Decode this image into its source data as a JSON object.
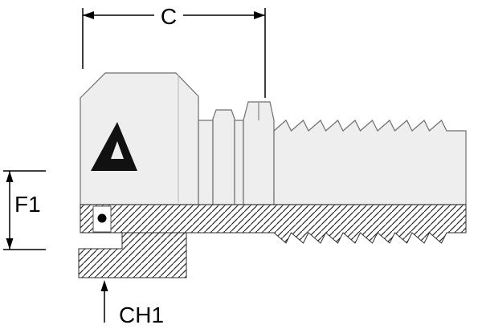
{
  "diagram": {
    "kind": "technical-drawing",
    "labels": {
      "c": "C",
      "f1": "F1",
      "ch1": "CH1"
    },
    "colors": {
      "background": "#ffffff",
      "dimension_line": "#000000",
      "metal_fill": "#eeeeee",
      "metal_stroke": "#6e6e6e",
      "hatch_line": "#2b2b2b",
      "logo": "#111111"
    }
  }
}
